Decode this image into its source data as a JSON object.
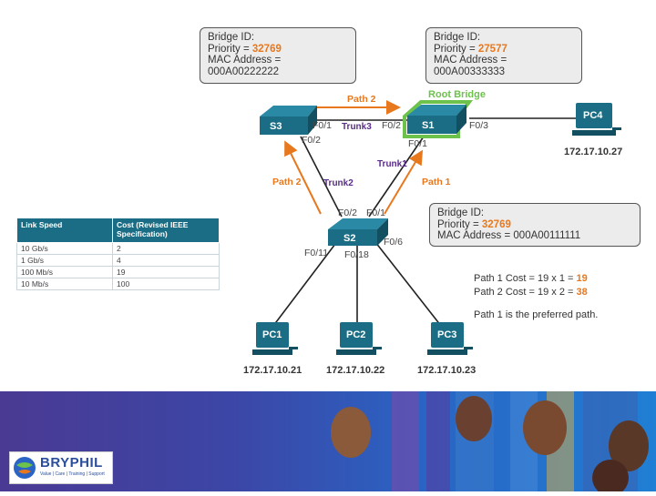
{
  "bridge_s3": {
    "title": "Bridge ID:",
    "priority_label": "Priority = ",
    "priority_value": "32769",
    "mac_label": "MAC Address =",
    "mac_value": "000A00222222"
  },
  "bridge_s1": {
    "title": "Bridge ID:",
    "priority_label": "Priority = ",
    "priority_value": "27577",
    "mac_label": "MAC Address =",
    "mac_value": "000A00333333"
  },
  "bridge_s2": {
    "title": "Bridge ID:",
    "priority_label": "Priority = ",
    "priority_value": "32769",
    "mac_line": "MAC Address = 000A00111111"
  },
  "switches": {
    "s1": "S1",
    "s2": "S2",
    "s3": "S3"
  },
  "root_bridge": "Root Bridge",
  "paths": {
    "path2_top": "Path 2",
    "path2_left": "Path 2",
    "path1": "Path 1"
  },
  "trunks": {
    "trunk1": "Trunk1",
    "trunk2": "Trunk2",
    "trunk3": "Trunk3"
  },
  "ports": {
    "s3_f01": "F0/1",
    "s3_f02": "F0/2",
    "s1_f02": "F0/2",
    "s1_f01": "F0/1",
    "s1_f03": "F0/3",
    "s2_f02": "F0/2",
    "s2_f01": "F0/1",
    "s2_f06": "F0/6",
    "s2_f011": "F0/11",
    "s2_f018": "F0/18"
  },
  "pcs": [
    {
      "name": "PC1",
      "ip": "172.17.10.21"
    },
    {
      "name": "PC2",
      "ip": "172.17.10.22"
    },
    {
      "name": "PC3",
      "ip": "172.17.10.23"
    },
    {
      "name": "PC4",
      "ip": "172.17.10.27"
    }
  ],
  "cost_table": {
    "headers": [
      "Link Speed",
      "Cost (Revised IEEE Specification)"
    ],
    "rows": [
      [
        "10 Gb/s",
        "2"
      ],
      [
        "1 Gb/s",
        "4"
      ],
      [
        "100 Mb/s",
        "19"
      ],
      [
        "10 Mb/s",
        "100"
      ]
    ]
  },
  "path_costs": {
    "p1_prefix": "Path 1 Cost = 19 x 1 = ",
    "p1_value": "19",
    "p2_prefix": "Path 2 Cost = 19 x 2 = ",
    "p2_value": "38",
    "preferred": "Path 1 is the preferred path."
  },
  "logo": {
    "brand": "BRYPHIL",
    "tagline": "Value | Care | Training | Support"
  },
  "colors": {
    "orange": "#e8781e",
    "switch_teal": "#1a6d84",
    "root_green": "#6cc24a",
    "trunk_purple": "#5b2d8a",
    "banner_blue": "#2a64c4"
  }
}
